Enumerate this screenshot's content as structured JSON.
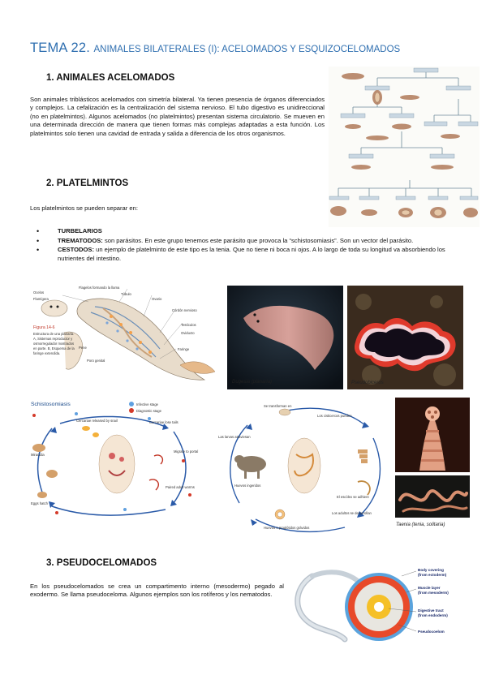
{
  "header": {
    "title_prefix": "TEMA 22.",
    "title_rest": "ANIMALES BILATERALES (I): ACELOMADOS Y ESQUIZOCELOMADOS"
  },
  "section1": {
    "heading": "1.  ANIMALES ACELOMADOS",
    "body": "Son animales triblásticos acelomados con simetría bilateral. Ya tienen presencia de órganos diferenciados y complejos. La cefalización es la centralización del sistema nervioso. El tubo digestivo es unidireccional (no en platelmintos). Algunos acelomados (no platelmintos) presentan sistema circulatorio. Se mueven en una determinada dirección de manera que tienen formas más complejas adaptadas a esta función. Los platelmintos solo tienen una cavidad de entrada y salida a diferencia de los otros organismos."
  },
  "section2": {
    "heading": "2.  PLATELMINTOS",
    "intro": "Los platelmintos se pueden separar en:",
    "items": [
      {
        "term": "TURBELARIOS",
        "text": ""
      },
      {
        "term": "TREMATODOS:",
        "text": " son parásitos. En este grupo tenemos este parásito que provoca la “schistosomiasis”. Son un vector del parásito."
      },
      {
        "term": "CESTODOS:",
        "text": " un ejemplo de platelminto de este tipo es la tenia. Que no tiene ni boca ni ojos. A lo largo de toda su longitud va absorbiendo los nutrientes del intestino."
      }
    ]
  },
  "section3": {
    "heading": "3.  PSEUDOCELOMADOS",
    "body": "En los pseudocelomados se crea un compartimento interno (mesodermo) pegado al exodermo. Se llama pseudoceloma. Algunos ejemplos son los rotíferos y los nematodos."
  },
  "figures": {
    "planaria_fig": "Figura 14-6",
    "planaria_caption": "Dugesia (planaria)",
    "pseudoceros_caption": "Pseudobiceros",
    "schisto_title": "Schistosomiasis",
    "schisto_legend": [
      "Infective stage",
      "Diagnostic stage"
    ],
    "taenia_caption": "Taenia (tenia, solitaria)",
    "pseudo_labels": [
      {
        "label": "Body covering",
        "sub": "(from ectoderm)"
      },
      {
        "label": "Muscle layer",
        "sub": "(from mesoderm)"
      },
      {
        "label": "Digestive tract",
        "sub": "(from endoderm)"
      },
      {
        "label": "Pseudocoelom",
        "sub": ""
      }
    ]
  },
  "colors": {
    "title": "#2f6fb0",
    "planaria_bg": "#111a22",
    "pseudo_bg": "#1b1410"
  }
}
